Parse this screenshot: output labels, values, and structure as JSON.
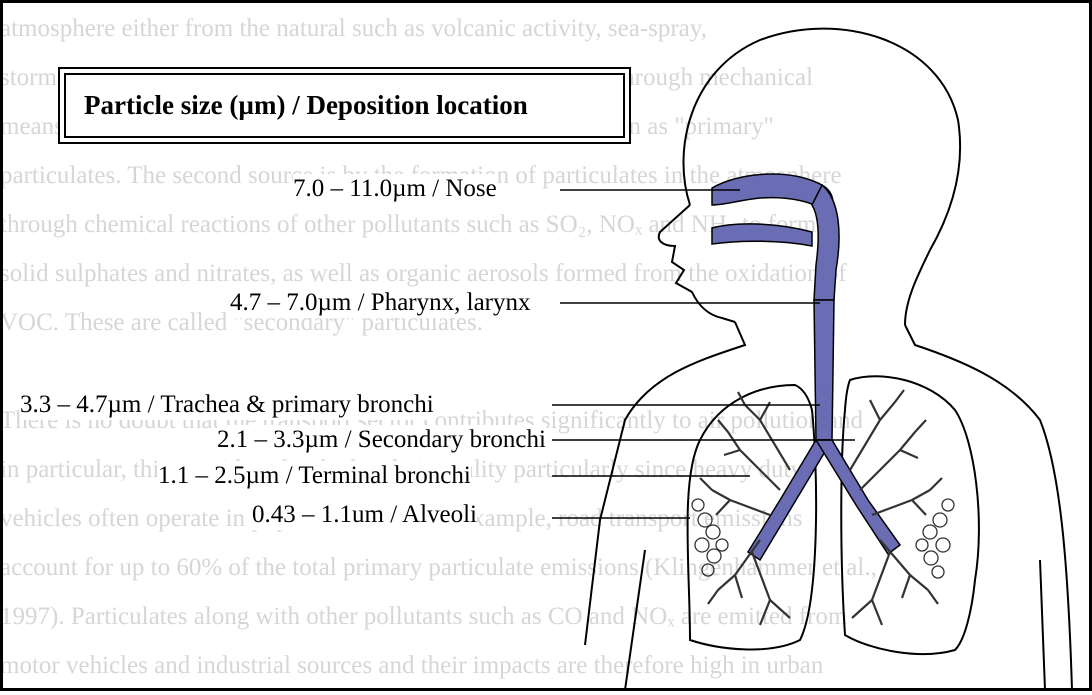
{
  "background_text": [
    "atmosphere either from the natural such as volcanic activity, sea-spray,",
    "storm dusts, or anthropogenically such as fuel combustion or through mechanical",
    "means like the abrasion of tyres and road dust. These are known as \"primary\"",
    "particulates. The second source is by the formation of particulates in the atmosphere",
    "through chemical reactions of other pollutants such as SO₂, NOₓ and NH₃ to form",
    "solid sulphates and nitrates, as well as organic aerosols formed from the oxidation of",
    "VOC. These are called \"secondary\" particulates.",
    "",
    "There is no doubt that the transport sector contributes significantly to air pollution and",
    "in particular, this is evident for the local air quality particularly since heavy duty",
    "vehicles often operate in populated areas. For example, road transport emissions",
    "account for up to 60% of the total primary particulate emissions (Klingenhammer et al.,",
    "1997). Particulates along with other pollutants such as CO and NOₓ are emitted from",
    "motor vehicles and industrial sources and their impacts are therefore high in urban"
  ],
  "title": "Particle size (µm) / Deposition location",
  "labels": [
    {
      "id": "nose",
      "text": "7.0 – 11.0µm / Nose"
    },
    {
      "id": "pharynx",
      "text": "4.7 – 7.0µm / Pharynx, larynx"
    },
    {
      "id": "trachea",
      "text": "3.3 – 4.7µm / Trachea & primary bronchi"
    },
    {
      "id": "secondary",
      "text": "2.1 – 3.3µm / Secondary bronchi"
    },
    {
      "id": "terminal",
      "text": "1.1 – 2.5µm / Terminal bronchi"
    },
    {
      "id": "alveoli",
      "text": "0.43 – 1.1um / Alveoli"
    }
  ],
  "colors": {
    "airway": "#6a6cb4",
    "outline": "#000000",
    "background_text": "#d6d6d6"
  }
}
